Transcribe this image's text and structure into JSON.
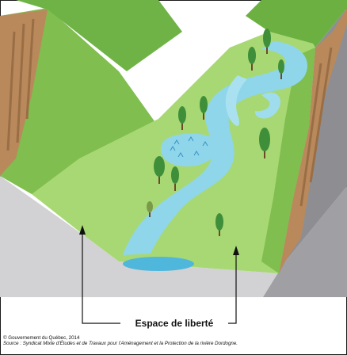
{
  "diagram": {
    "label": "Espace de liberté",
    "credits": {
      "copyright": "© Gouvernement du Québec, 2014",
      "source": "Source : Syndicat Mixte d’Études et de Travaux pour l’Aménagement et la Protection de la rivière Dordogne."
    },
    "colors": {
      "water": "#8fd6ea",
      "water_deep": "#4fb7dc",
      "grass_light": "#9fd36a",
      "grass_dark": "#5eae3e",
      "soil": "#c0956a",
      "soil_dark": "#9a6e45",
      "bedrock": "#d2d2d4",
      "bedrock_side": "#9c9ca0"
    },
    "icons": [
      "tree-icon",
      "marsh-reeds-icon"
    ]
  }
}
